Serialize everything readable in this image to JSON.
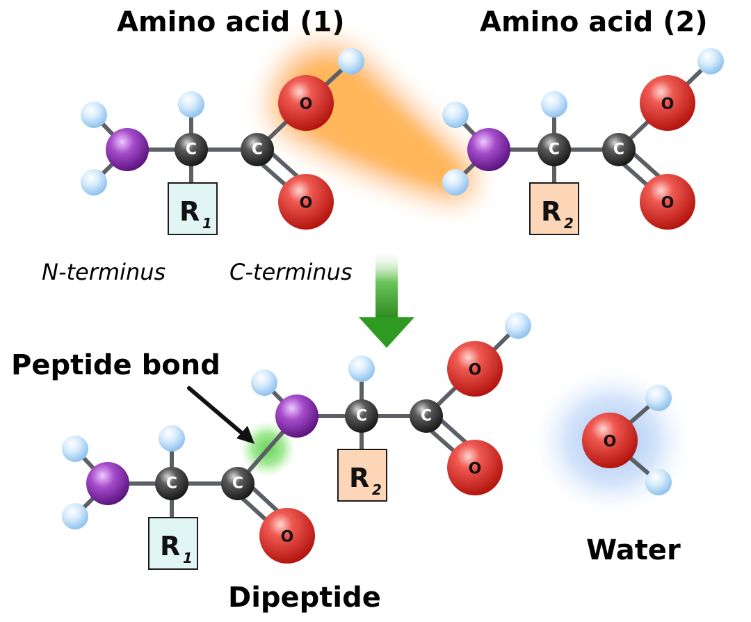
{
  "titles": {
    "amino_acid_1": "Amino acid (1)",
    "amino_acid_2": "Amino acid (2)"
  },
  "labels": {
    "n_terminus": "N-terminus",
    "c_terminus": "C-terminus",
    "peptide_bond": "Peptide bond",
    "water": "Water",
    "dipeptide": "Dipeptide"
  },
  "atoms": {
    "carbon": "C",
    "oxygen": "O"
  },
  "side_chains": {
    "r1": {
      "main": "R",
      "sub": "1"
    },
    "r2": {
      "main": "R",
      "sub": "2"
    }
  },
  "colors": {
    "hydrogen": "#bfe0fb",
    "nitrogen": "#9b3fc0",
    "carbon": "#4a4a4a",
    "oxygen": "#e8413c",
    "r1_fill": "#e1f5f4",
    "r2_fill": "#fdd6b8",
    "reaction_glow": "#ff9a2a",
    "bond_glow": "#6edc5a",
    "water_glow": "#9fc4f5",
    "arrow": "#2f9a22"
  }
}
